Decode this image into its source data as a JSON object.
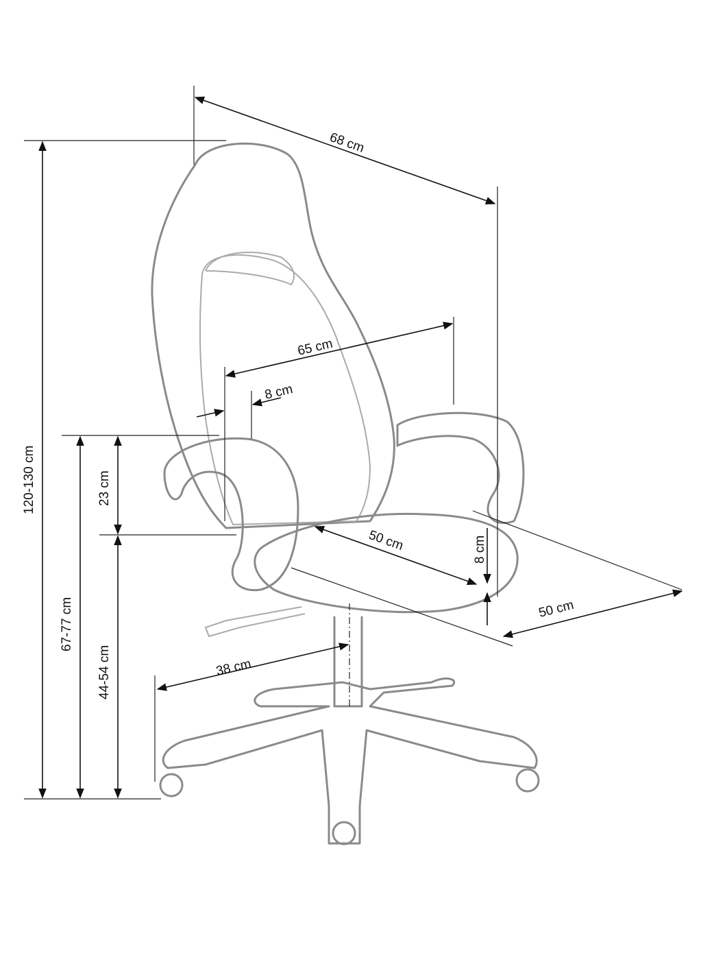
{
  "title": "Office chair dimensions",
  "dimensions": {
    "overall_depth": "68 cm",
    "armrest_span": "65 cm",
    "armrest_width": "8 cm",
    "armrest_height_above_seat": "23 cm",
    "total_height": "120-130 cm",
    "armrest_height": "67-77 cm",
    "seat_height": "44-54 cm",
    "seat_depth": "50 cm",
    "seat_thickness": "8 cm",
    "seat_width": "50 cm",
    "base_radius": "38 cm"
  },
  "colors": {
    "drawing": "#8a8a8a",
    "dimension_lines": "#111111"
  }
}
